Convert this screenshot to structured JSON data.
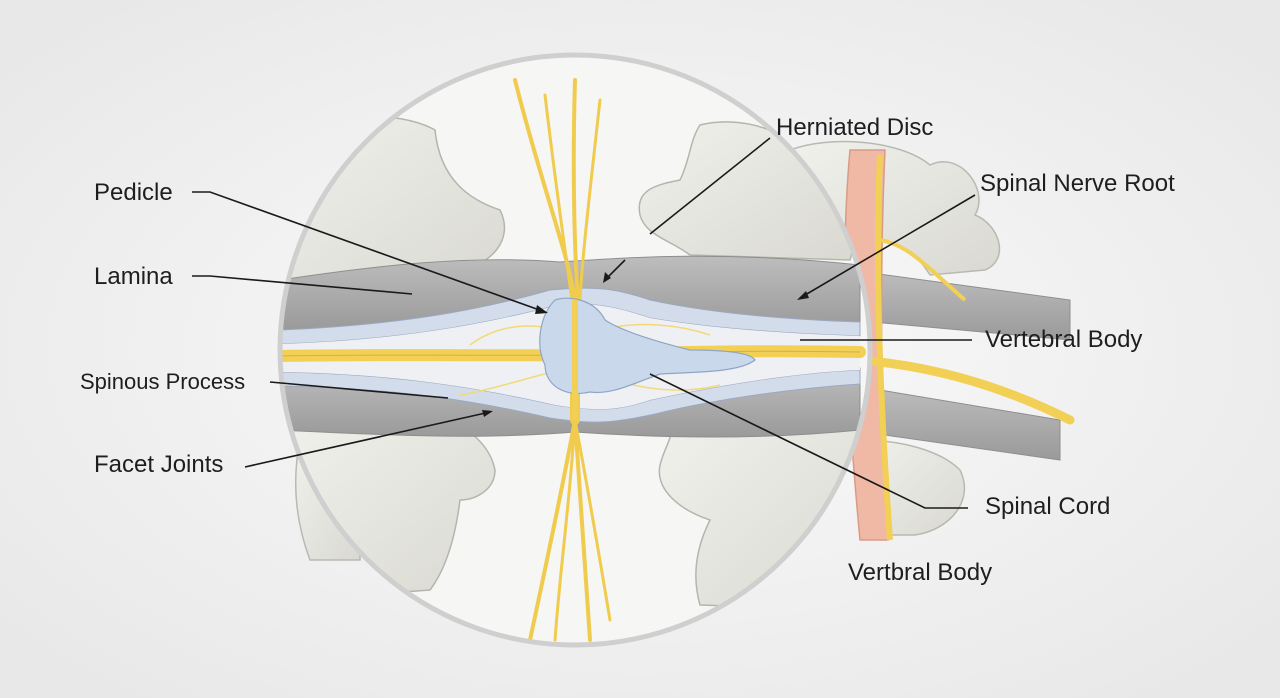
{
  "labels": {
    "pedicle": "Pedicle",
    "lamina": "Lamina",
    "spinous_process": "Spinous Process",
    "facet_joints": "Facet Joints",
    "herniated_disc": "Herniated Disc",
    "spinal_nerve_root": "Spinal Nerve Root",
    "vertebral_body": "Vertebral Body",
    "spinal_cord": "Spinal Cord",
    "vertbral_body": "Vertbral Body"
  },
  "colors": {
    "background": "#efefef",
    "bone": "#e4e4de",
    "disc": "#a9a9a9",
    "nerve": "#f2cf55",
    "herniation": "#c9d8ea",
    "spinal_cord": "#f0b9a6",
    "leader": "#1a1a1a"
  }
}
